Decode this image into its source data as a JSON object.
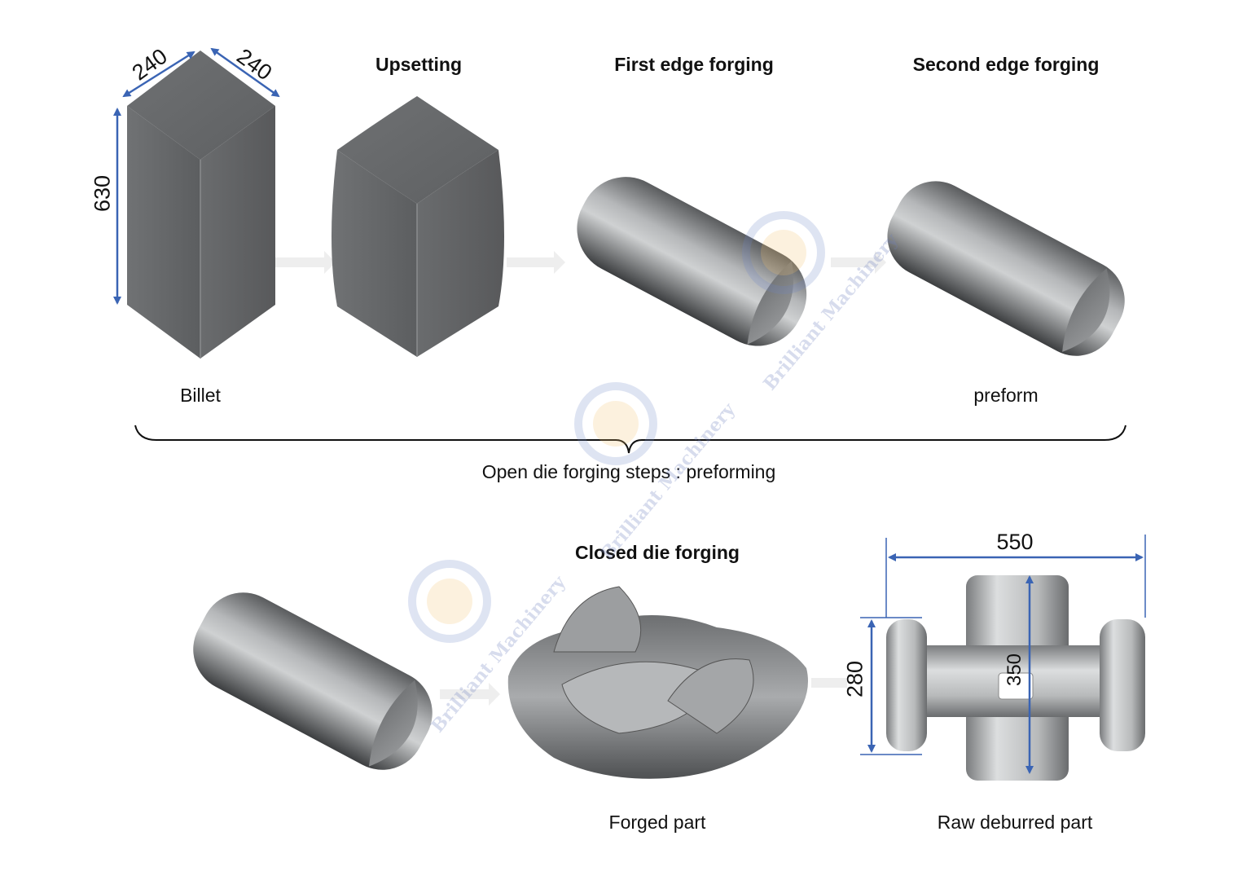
{
  "steps": {
    "upsetting": "Upsetting",
    "first_edge": "First edge forging",
    "second_edge": "Second edge forging",
    "closed_die": "Closed die forging"
  },
  "captions": {
    "billet": "Billet",
    "preform": "preform",
    "open_die": "Open die forging steps : preforming",
    "forged_part": "Forged part",
    "raw_deburred": "Raw deburred part"
  },
  "dimensions": {
    "billet_width_a": "240",
    "billet_width_b": "240",
    "billet_height": "630",
    "part_width": "550",
    "part_height": "280",
    "part_center": "350"
  },
  "watermark": {
    "text": "Brilliant Machinery"
  },
  "colors": {
    "dimension_line": "#3a64b4",
    "metal_dark": "#5f6163",
    "metal_light": "#c9cbcc"
  }
}
